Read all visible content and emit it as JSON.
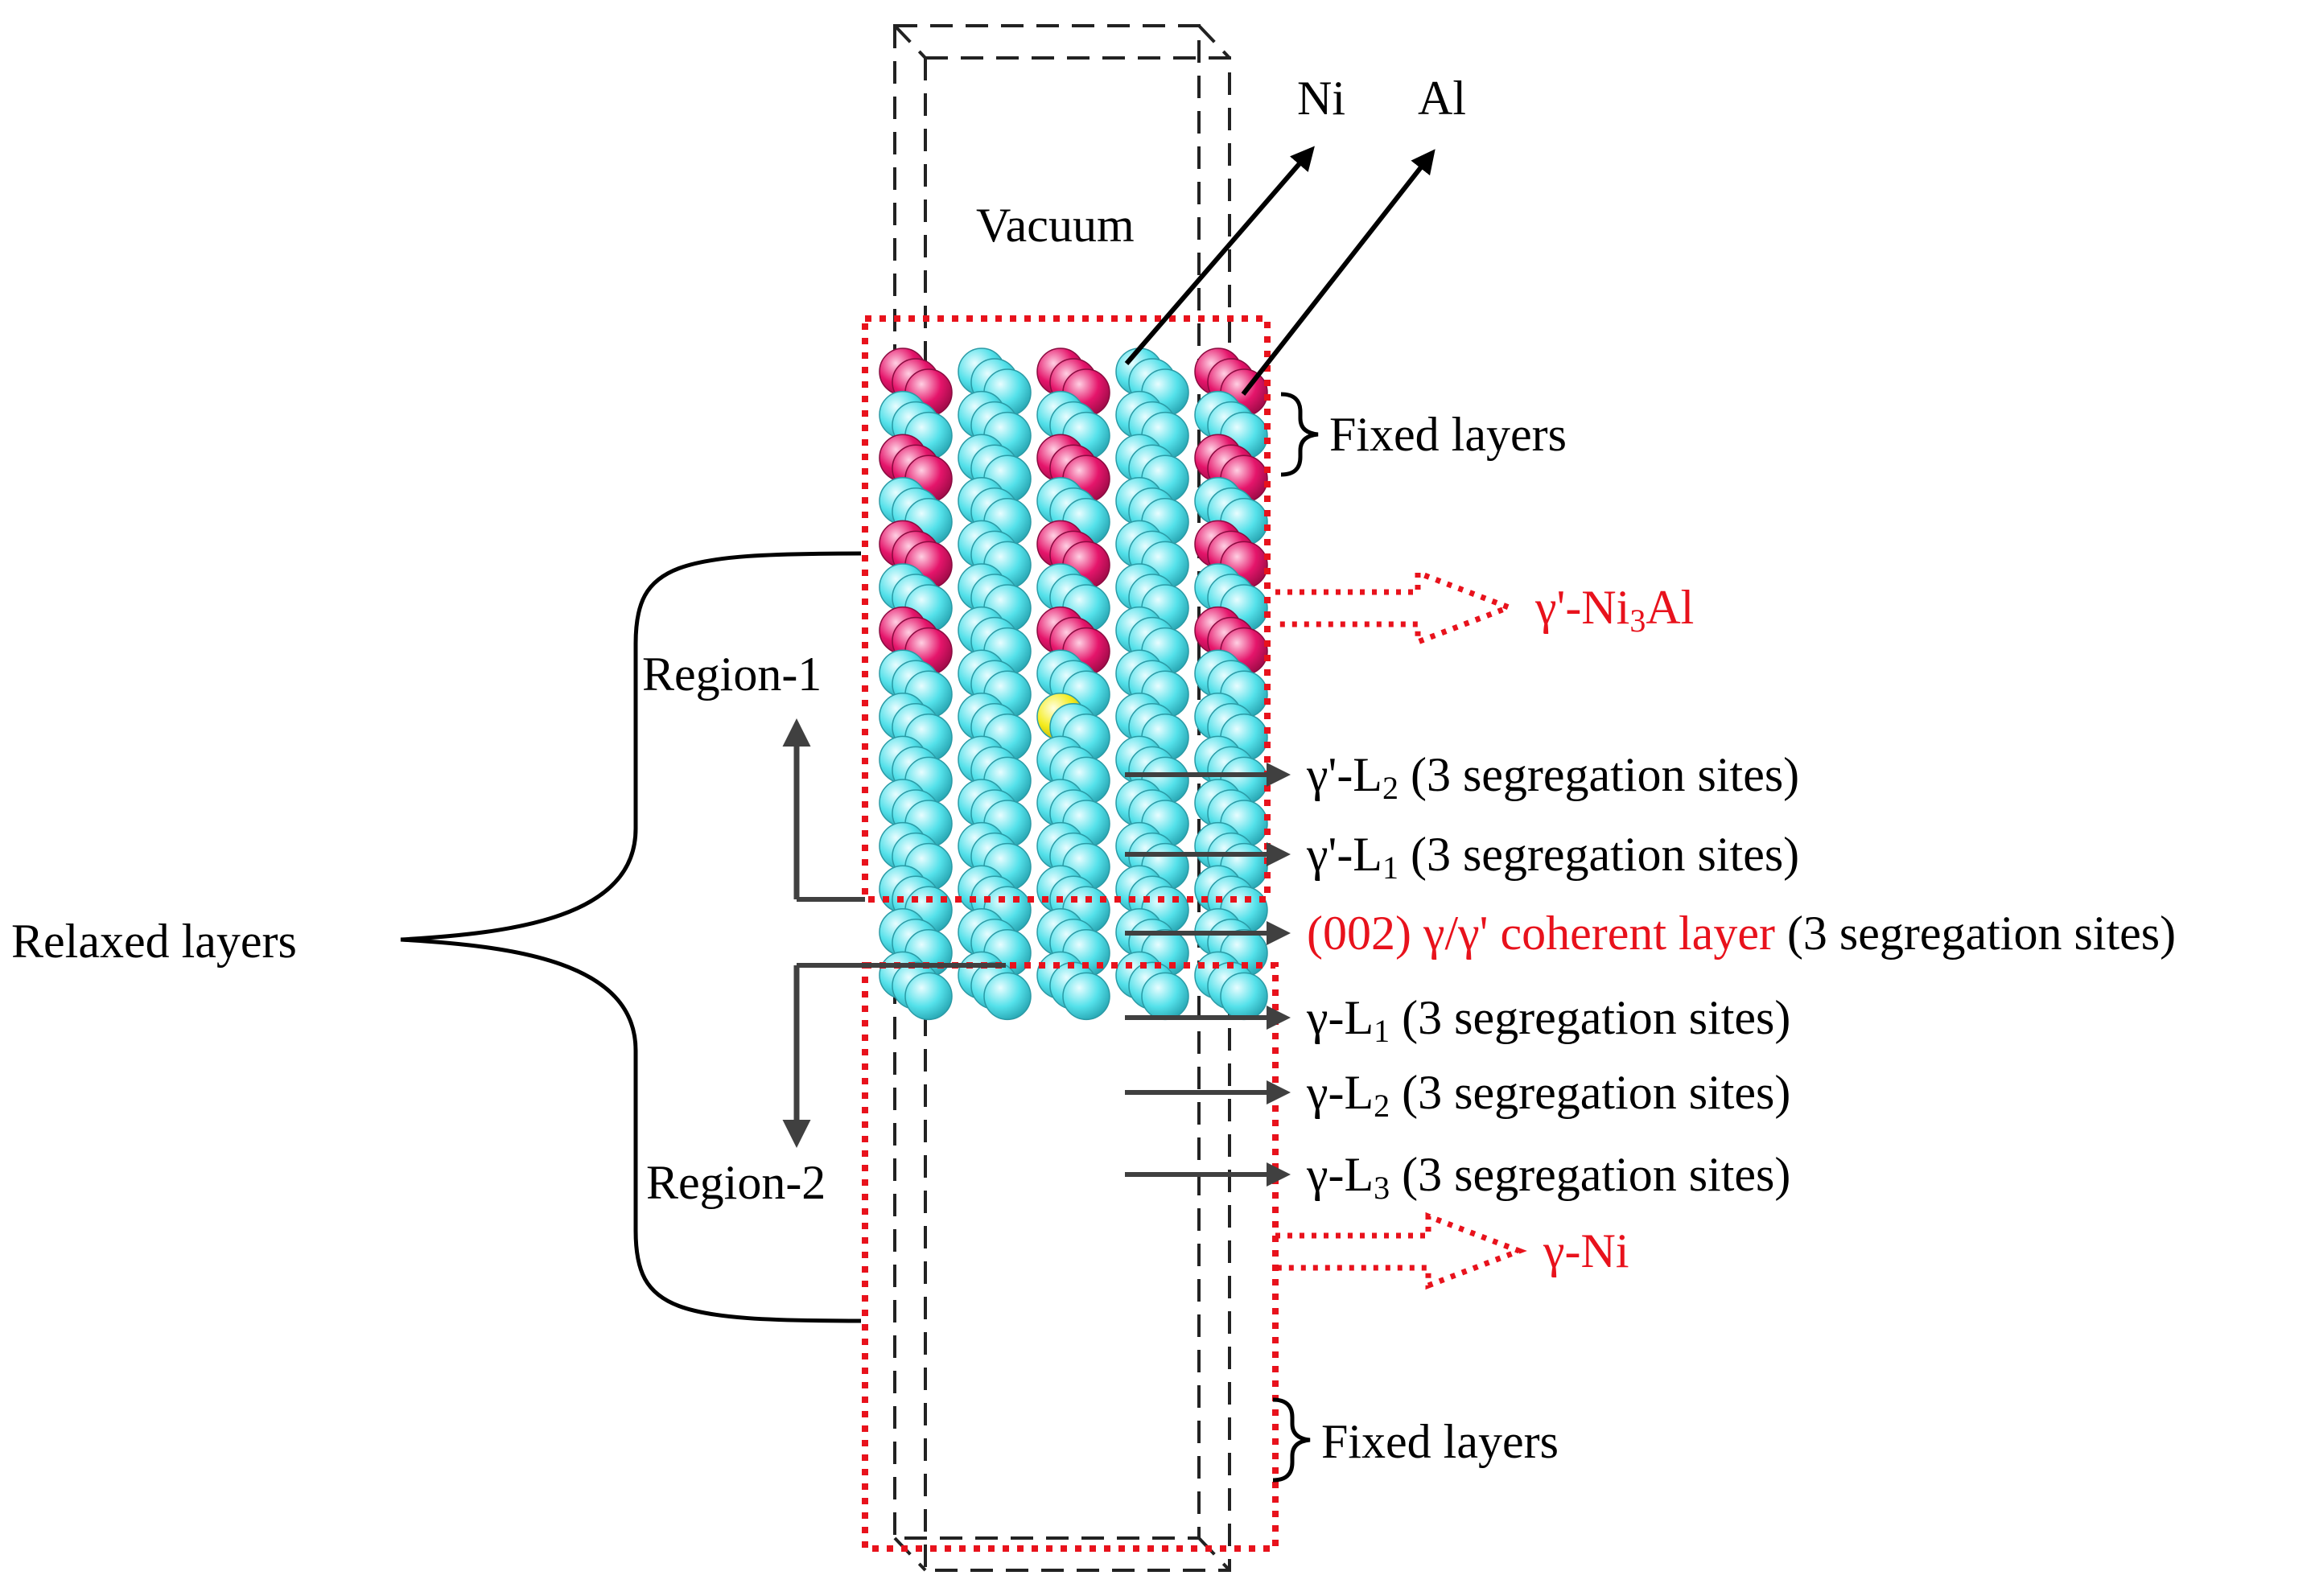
{
  "colors": {
    "ni_atom": "#54e1ea",
    "al_atom": "#e5156b",
    "solute_atom": "#f4ec1f",
    "region_box": "#e8121c",
    "red_text": "#e8121c",
    "arrow": "#404040"
  },
  "labels": {
    "vacuum": "Vacuum",
    "ni": "Ni",
    "al": "Al",
    "fixed_top": "Fixed layers",
    "fixed_bottom": "Fixed layers",
    "gamma_prime_phase": {
      "pre": "γ'-Ni",
      "sub": "3",
      "post": "Al"
    },
    "gamma_phase": "γ-Ni",
    "region1": "Region-1",
    "region2": "Region-2",
    "relaxed": "Relaxed layers",
    "interface": {
      "red": "(002) γ/γ' coherent layer",
      "black": " (3 segregation sites)"
    },
    "layers": [
      {
        "pre": "γ'-L",
        "sub": "2",
        "post": " (3 segregation sites)"
      },
      {
        "pre": "γ'-L",
        "sub": "1",
        "post": " (3 segregation sites)"
      },
      {
        "pre": "γ-L",
        "sub": "1",
        "post": " (3 segregation sites)"
      },
      {
        "pre": "γ-L",
        "sub": "2",
        "post": " (3 segregation sites)"
      },
      {
        "pre": "γ-L",
        "sub": "3",
        "post": " (3 segregation sites)"
      }
    ]
  },
  "atom_rows": [
    [
      "Al",
      "Ni",
      "Al",
      "Ni",
      "Al"
    ],
    [
      "Ni",
      "Ni",
      "Ni",
      "Ni",
      "Ni"
    ],
    [
      "Al",
      "Ni",
      "Al",
      "Ni",
      "Al"
    ],
    [
      "Ni",
      "Ni",
      "Ni",
      "Ni",
      "Ni"
    ],
    [
      "Al",
      "Ni",
      "Al",
      "Ni",
      "Al"
    ],
    [
      "Ni",
      "Ni",
      "Ni",
      "Ni",
      "Ni"
    ],
    [
      "Al",
      "Ni",
      "Al",
      "Ni",
      "Al"
    ],
    [
      "Ni",
      "Ni",
      "Ni",
      "Ni",
      "Ni"
    ],
    [
      "Ni",
      "Ni",
      "Solute",
      "Ni",
      "Ni"
    ],
    [
      "Ni",
      "Ni",
      "Ni",
      "Ni",
      "Ni"
    ],
    [
      "Ni",
      "Ni",
      "Ni",
      "Ni",
      "Ni"
    ],
    [
      "Ni",
      "Ni",
      "Ni",
      "Ni",
      "Ni"
    ],
    [
      "Ni",
      "Ni",
      "Ni",
      "Ni",
      "Ni"
    ],
    [
      "Ni",
      "Ni",
      "Ni",
      "Ni",
      "Ni"
    ],
    [
      "Ni",
      "Ni",
      "Ni",
      "Ni",
      "Ni"
    ]
  ]
}
